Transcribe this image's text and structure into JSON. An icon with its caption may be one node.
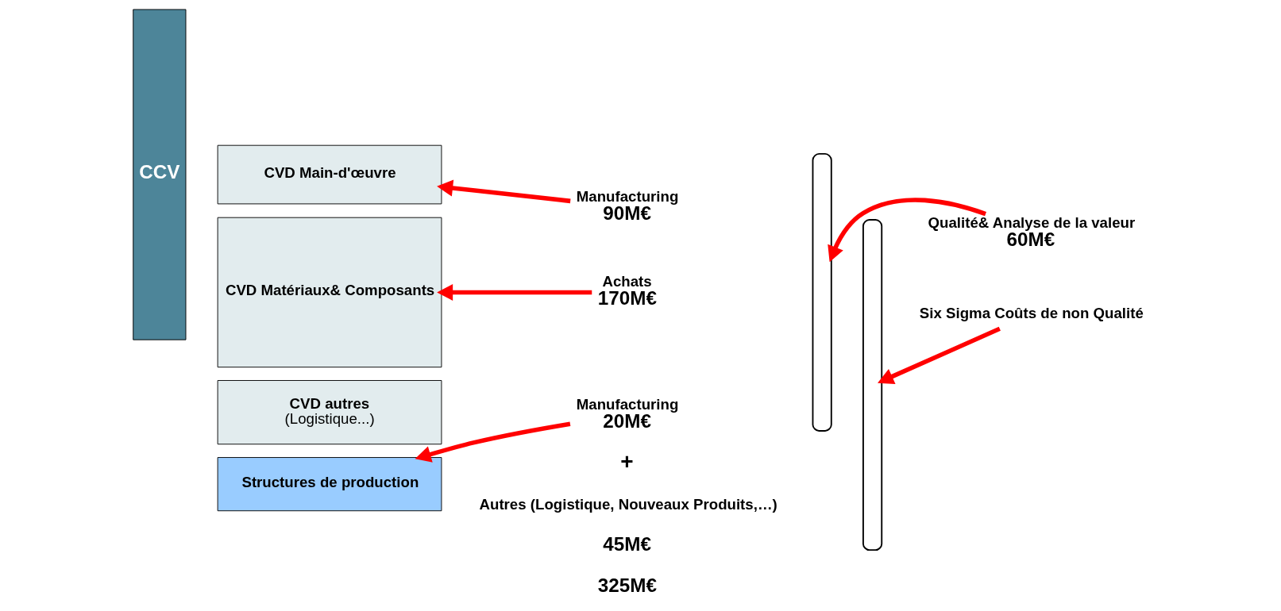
{
  "diagram": {
    "nodes": [
      {
        "text": [
          "CCV"
        ]
      },
      {
        "text": [
          "CVD Main-d'œuvre"
        ]
      },
      {
        "text": [
          "CVD Matériaux& Composants"
        ]
      },
      {
        "text": [
          "CVD autres",
          "(Logistique...)"
        ]
      },
      {
        "text": [
          "Structures de production"
        ]
      },
      {
        "text": [
          "Manufacturing",
          "90M€"
        ]
      },
      {
        "text": [
          "Achats",
          "170M€"
        ]
      },
      {
        "text": [
          "Manufacturing",
          "20M€"
        ]
      },
      {
        "text": [],
        "shape": "brace"
      },
      {
        "text": [],
        "shape": "brace"
      },
      {
        "text": [
          "Qualité& Analyse de la valeur",
          "60M€"
        ]
      },
      {
        "text": [
          "Six Sigma Coûts de non Qualité"
        ]
      }
    ],
    "edges": [
      {
        "from": 5,
        "to": 1,
        "arrow": "to"
      },
      {
        "from": 6,
        "to": 2,
        "arrow": "to"
      },
      {
        "from": 7,
        "to": 4,
        "arrow": "to"
      },
      {
        "from": 10,
        "to": 8,
        "arrow": "to"
      },
      {
        "from": 11,
        "to": 9,
        "arrow": "to"
      }
    ],
    "labels": [
      "+",
      "Autres (Logistique, Nouveaux Produits,…)",
      "45M€",
      "325M€"
    ]
  }
}
